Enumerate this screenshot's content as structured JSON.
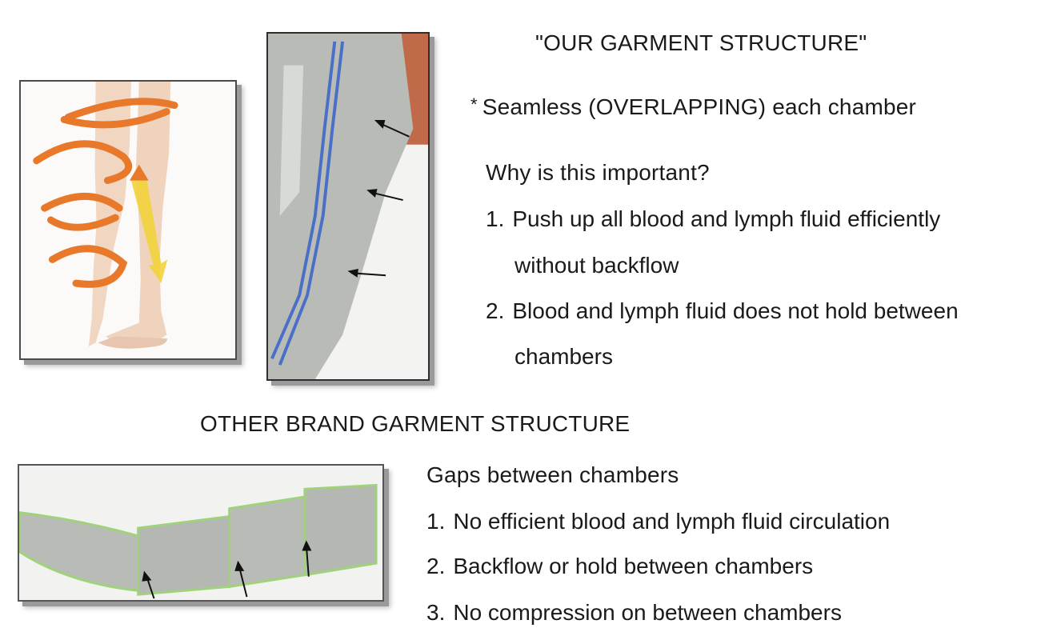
{
  "our_section": {
    "title": "\"OUR GARMENT STRUCTURE\"",
    "bullet_symbol": "*",
    "headline": "Seamless (OVERLAPPING) each chamber",
    "question": "Why is this important?",
    "reasons": [
      {
        "num": "1.",
        "line1": "Push up all blood and lymph fluid efficiently",
        "line2": "without backflow"
      },
      {
        "num": "2.",
        "line1": "Blood and lymph fluid does not hold between",
        "line2": "chambers"
      }
    ]
  },
  "other_section": {
    "title": "OTHER BRAND GARMENT STRUCTURE",
    "headline": "Gaps between chambers",
    "items": [
      {
        "num": "1.",
        "text": "No efficient blood and lymph fluid circulation"
      },
      {
        "num": "2.",
        "text": "Backflow or hold between chambers"
      },
      {
        "num": "3.",
        "text": "No compression on between chambers"
      }
    ]
  },
  "colors": {
    "swirl_orange": "#e8782a",
    "flow_yellow": "#f2d23a",
    "garment_gray": "#b9bcb6",
    "stripe_blue": "#4a6fc7",
    "other_trim_green": "#9fd27a"
  },
  "icons": {
    "arrow": "black-arrow-icon"
  }
}
